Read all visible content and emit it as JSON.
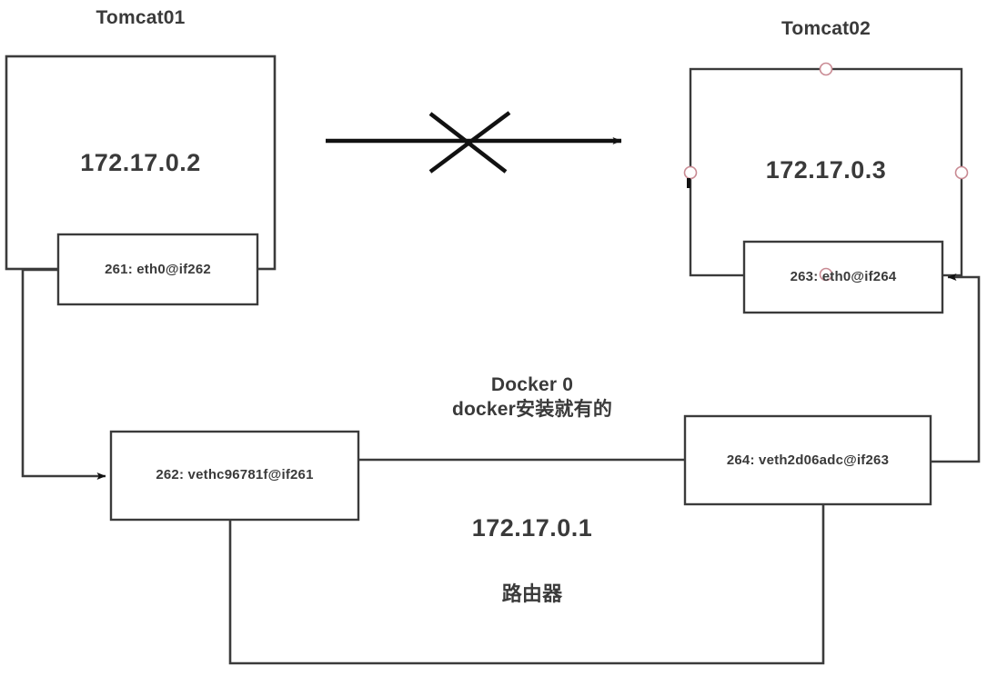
{
  "diagram": {
    "title_left": "Tomcat01",
    "title_right": "Tomcat02",
    "containers": [
      {
        "name": "tomcat01",
        "title": "Tomcat01",
        "ip": "172.17.0.2",
        "interface": "261: eth0@if262"
      },
      {
        "name": "tomcat02",
        "title": "Tomcat02",
        "ip": "172.17.0.3",
        "interface": "263: eth0@if264"
      }
    ],
    "veth_left": "262: vethc96781f@if261",
    "veth_right": "264: veth2d06adc@if263",
    "bridge": {
      "name_line1": "Docker 0",
      "name_line2": "docker安装就有的",
      "ip": "172.17.0.1",
      "role": "路由器"
    },
    "blocked_arrow": {
      "label": "",
      "marker": "cross-out-x"
    },
    "colors": {
      "stroke": "#3b3b3b",
      "text": "#3a3a3a",
      "handle_stroke": "#c98a93",
      "background": "#ffffff"
    }
  }
}
